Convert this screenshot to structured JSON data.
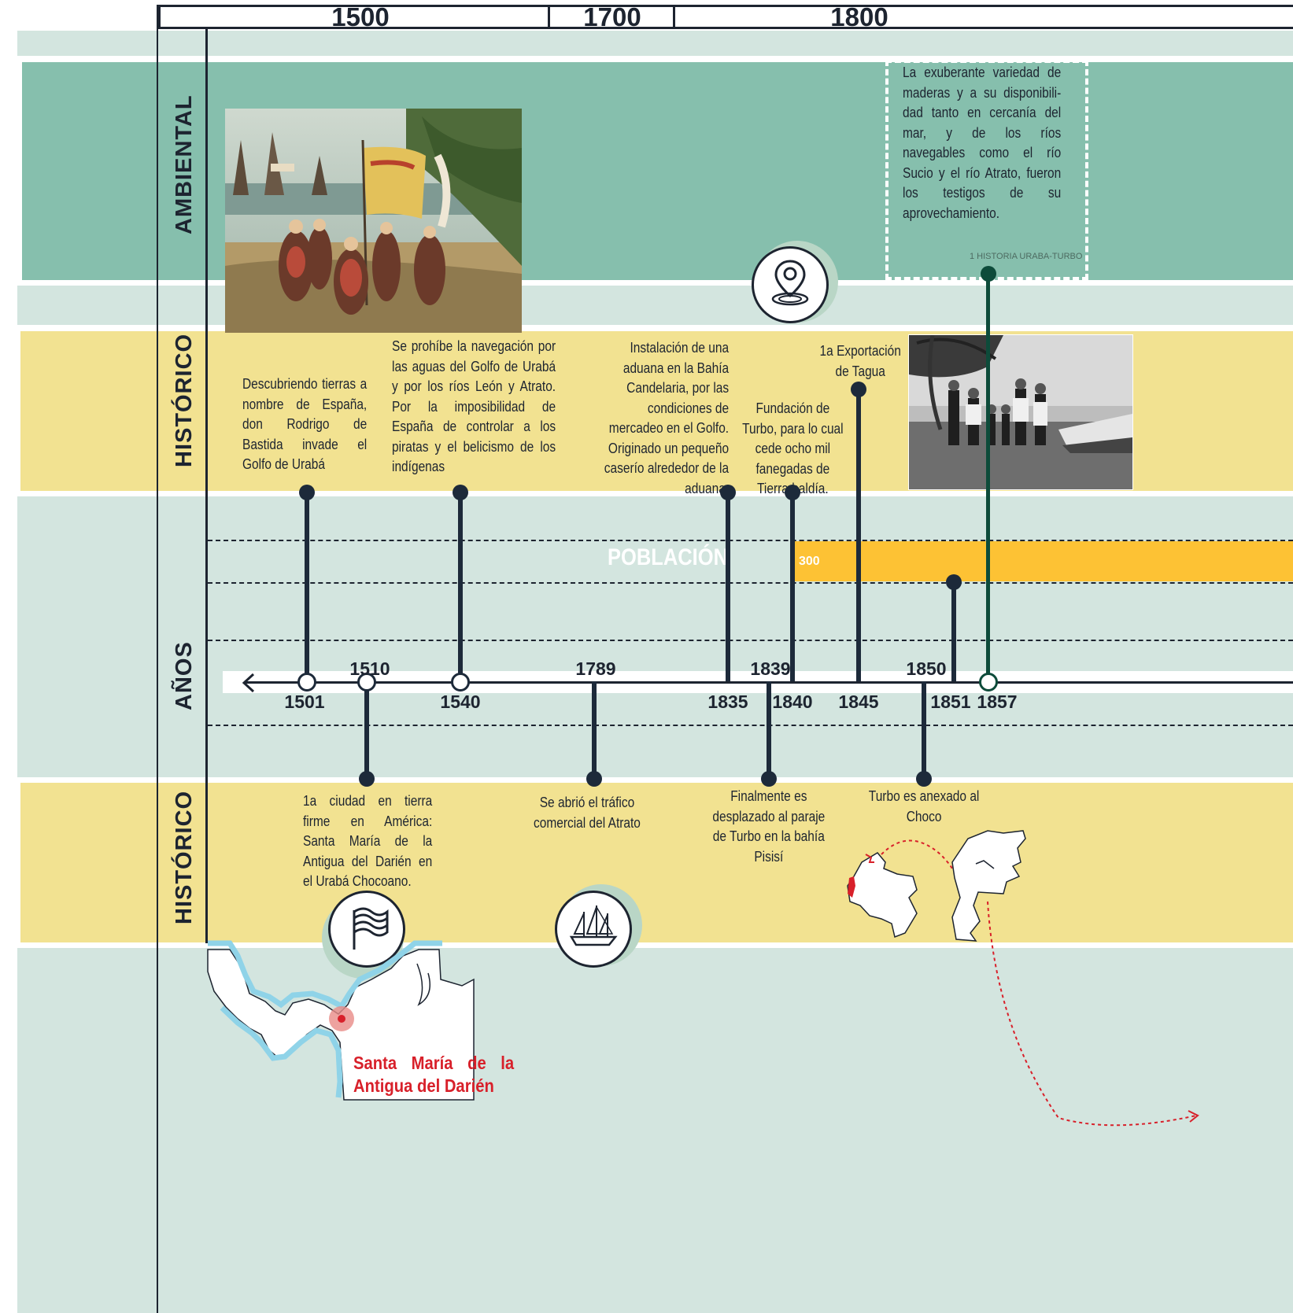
{
  "header": {
    "centuries": [
      {
        "label": "1500"
      },
      {
        "label": "1700"
      },
      {
        "label": "1800"
      }
    ]
  },
  "rows": {
    "ambiental": "AMBIENTAL",
    "historico_top": "HISTÓRICO",
    "anos": "AÑOS",
    "historico_bottom": "HISTÓRICO"
  },
  "ambiental_note": {
    "text": "La exuberante variedad de maderas y a su disponibili-dad tanto en cercanía del mar, y de los ríos navegables como el río Sucio y el río Atrato, fueron los testigos de su aprovechamiento.",
    "source": "1 HISTORIA URABA-TURBO"
  },
  "events_top": [
    {
      "text": "Descubriendo tierras a nombre de España, don Rodrigo de Bastida invade el Golfo de Urabá"
    },
    {
      "text": "Se prohíbe la navegación por las aguas del Golfo de Urabá y por los ríos León y Atrato. Por la imposibilidad de España de controlar a los piratas y el belicismo de los indígenas"
    },
    {
      "text": "Instalación de una aduana en la Bahía Candelaria, por las condiciones de mercadeo en el Golfo. Originado un pequeño caserío alrededor de la aduana."
    },
    {
      "text": "Fundación de Turbo, para lo cual cede ocho mil fanegadas de Tierra baldía."
    },
    {
      "text": "1a Exportación de Tagua"
    }
  ],
  "events_bottom": [
    {
      "text": "1a ciudad en tierra firme en América: Santa María de la Antigua del Darién en el Urabá Chocoano."
    },
    {
      "text": "Se abrió el tráfico comercial del Atrato"
    },
    {
      "text": "Finalmente es desplazado al paraje de Turbo en la bahía Pisisí"
    },
    {
      "text": "Turbo es anexado al Choco"
    }
  ],
  "years_below": [
    "1501",
    "1540",
    "1835",
    "1840",
    "1845",
    "1851",
    "1857"
  ],
  "years_above": [
    "1510",
    "1789",
    "1839",
    "1850"
  ],
  "population": {
    "label": "POBLACIÓN",
    "value": "300"
  },
  "map_label": "Santa María de la Antigua del Darién",
  "icons": [
    "location-pin-icon",
    "flag-icon",
    "sailboat-icon"
  ],
  "colors": {
    "green_band": "#86bfad",
    "light_band": "#d3e5df",
    "yellow_band": "#f2e291",
    "population_bar": "#fdc234",
    "dark": "#1d2a3a",
    "teal_line": "#0d4b3a",
    "map_accent": "#d8202a",
    "coast": "#8fd3e8"
  }
}
